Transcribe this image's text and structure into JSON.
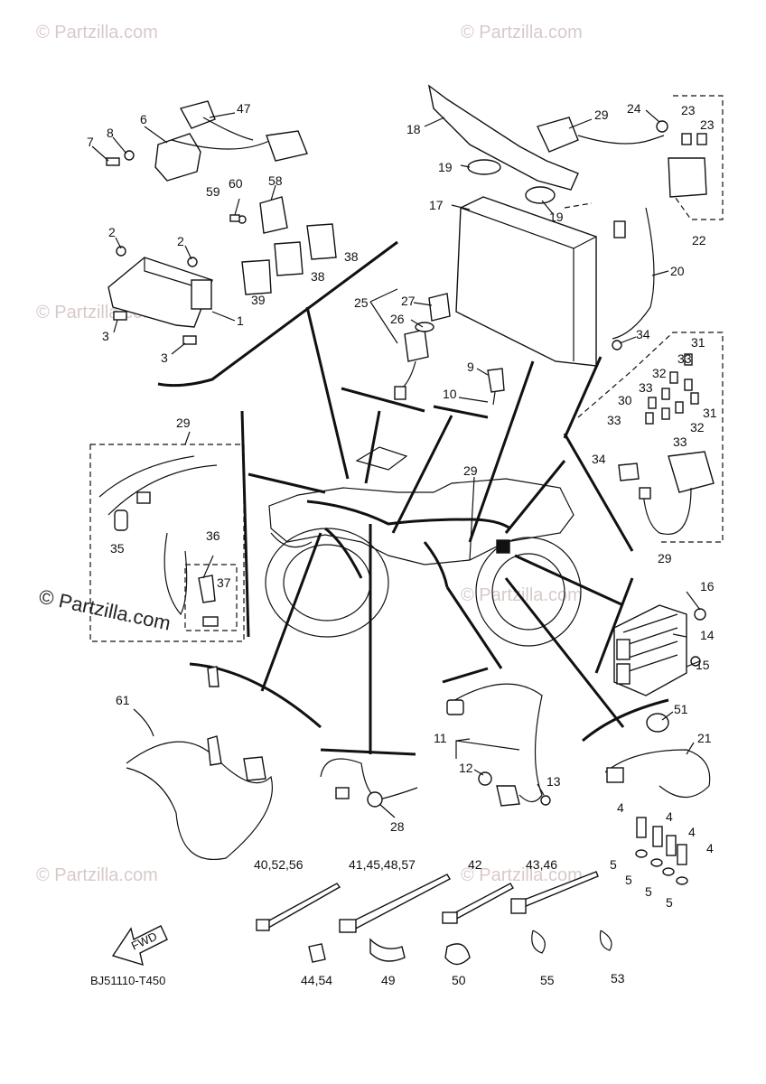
{
  "watermark": {
    "text": "© Partzilla.com",
    "primary_text": "© Partzilla.com"
  },
  "diagram_code": "BJ51110-T450",
  "fwd_label": "FWD",
  "callouts": [
    "47",
    "6",
    "8",
    "7",
    "58",
    "59",
    "60",
    "2",
    "2",
    "38",
    "38",
    "39",
    "1",
    "3",
    "3",
    "18",
    "29",
    "24",
    "23",
    "23",
    "19",
    "19",
    "17",
    "22",
    "20",
    "34",
    "25",
    "27",
    "26",
    "9",
    "10",
    "31",
    "32",
    "33",
    "33",
    "30",
    "33",
    "32",
    "31",
    "33",
    "34",
    "29",
    "29",
    "35",
    "36",
    "37",
    "29",
    "16",
    "14",
    "15",
    "61",
    "11",
    "12",
    "13",
    "28",
    "51",
    "21",
    "4",
    "4",
    "4",
    "4",
    "5",
    "5",
    "5",
    "5",
    "40,52,56",
    "41,45,48,57",
    "42",
    "43,46",
    "44,54",
    "49",
    "50",
    "55",
    "53"
  ]
}
